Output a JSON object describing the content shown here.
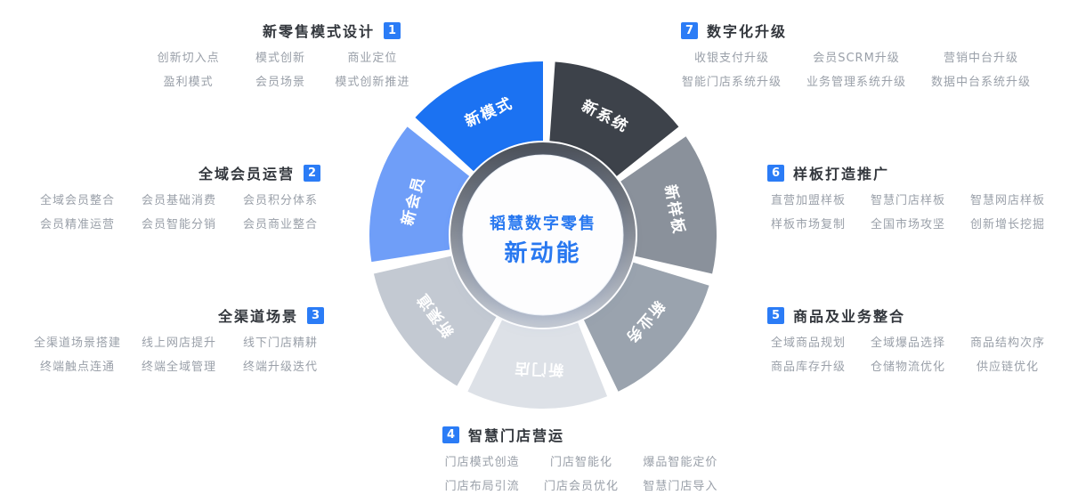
{
  "colors": {
    "accent_blue": "#2b7cf6",
    "center_text": "#2878f0",
    "title_text": "#32363c",
    "item_text": "#9aa0a9"
  },
  "wheel": {
    "center": {
      "line1": "韬慧数字零售",
      "line2": "新动能"
    },
    "geometry": {
      "outer_radius": 195,
      "inner_radius": 106,
      "label_radius": 150,
      "gap_degrees": 4
    },
    "segments": [
      {
        "label": "新系统",
        "color": "#3d424a",
        "start": 2,
        "end": 53.4
      },
      {
        "label": "新样板",
        "color": "#8a919b",
        "start": 53.4,
        "end": 104.9
      },
      {
        "label": "新业务",
        "color": "#9aa3ae",
        "start": 104.9,
        "end": 156.3
      },
      {
        "label": "新门店",
        "color": "#dde1e7",
        "start": 156.3,
        "end": 207.7
      },
      {
        "label": "新渠道",
        "color": "#c3c9d2",
        "start": 207.7,
        "end": 259.1
      },
      {
        "label": "新会员",
        "color": "#6f9ef8",
        "start": 259.1,
        "end": 310.6
      },
      {
        "label": "新模式",
        "color": "#1b72f2",
        "start": 310.6,
        "end": 362
      }
    ]
  },
  "groups": [
    {
      "number": "1",
      "title": "新零售模式设计",
      "items": [
        "创新切入点",
        "模式创新",
        "商业定位",
        "盈利模式",
        "会员场景",
        "模式创新推进"
      ]
    },
    {
      "number": "2",
      "title": "全域会员运营",
      "items": [
        "全域会员整合",
        "会员基础消费",
        "会员积分体系",
        "会员精准运营",
        "会员智能分销",
        "会员商业整合"
      ]
    },
    {
      "number": "3",
      "title": "全渠道场景",
      "items": [
        "全渠道场景搭建",
        "线上网店提升",
        "线下门店精耕",
        "终端触点连通",
        "终端全域管理",
        "终端升级迭代"
      ]
    },
    {
      "number": "4",
      "title": "智慧门店营运",
      "items": [
        "门店模式创造",
        "门店智能化",
        "爆品智能定价",
        "门店布局引流",
        "门店会员优化",
        "智慧门店导入"
      ]
    },
    {
      "number": "5",
      "title": "商品及业务整合",
      "items": [
        "全域商品规划",
        "全域爆品选择",
        "商品结构次序",
        "商品库存升级",
        "仓储物流优化",
        "供应链优化"
      ]
    },
    {
      "number": "6",
      "title": "样板打造推广",
      "items": [
        "直营加盟样板",
        "智慧门店样板",
        "智慧网店样板",
        "样板市场复制",
        "全国市场攻坚",
        "创新增长挖掘"
      ]
    },
    {
      "number": "7",
      "title": "数字化升级",
      "items": [
        "收银支付升级",
        "会员SCRM升级",
        "营销中台升级",
        "智能门店系统升级",
        "业务管理系统升级",
        "数据中台系统升级"
      ]
    }
  ]
}
